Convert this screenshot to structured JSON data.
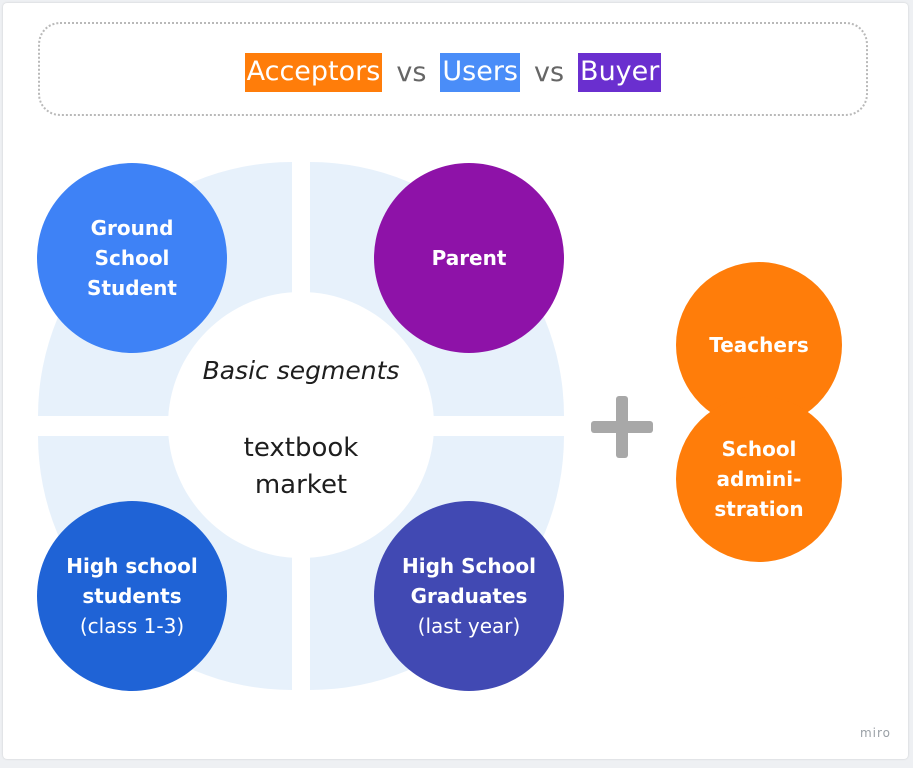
{
  "header": {
    "acceptors": "Acceptors",
    "vs1": "vs",
    "users": "Users",
    "vs2": "vs",
    "buyer": "Buyer"
  },
  "center": {
    "title": "Basic segments",
    "line1": "textbook",
    "line2": "market"
  },
  "segments": {
    "ground_school": [
      "Ground",
      "School",
      "Student"
    ],
    "parent": "Parent",
    "high_school": [
      "High school",
      "students",
      "(class 1-3)"
    ],
    "graduates": [
      "High School",
      "Graduates",
      "(last year)"
    ]
  },
  "extra": {
    "teachers": "Teachers",
    "admin": [
      "School",
      "admini-",
      "stration"
    ]
  },
  "watermark": "miro",
  "colors": {
    "acceptors": "#ff7d0a",
    "users": "#4a8df8",
    "buyer": "#6a2fcf",
    "ground_school": "#3e82f6",
    "parent": "#8e12a8",
    "high_school": "#1f63d6",
    "graduates": "#4149b3",
    "ring": "#e7f1fb",
    "plus": "#a8a8a8"
  },
  "icons": {
    "plus": "plus-icon"
  }
}
